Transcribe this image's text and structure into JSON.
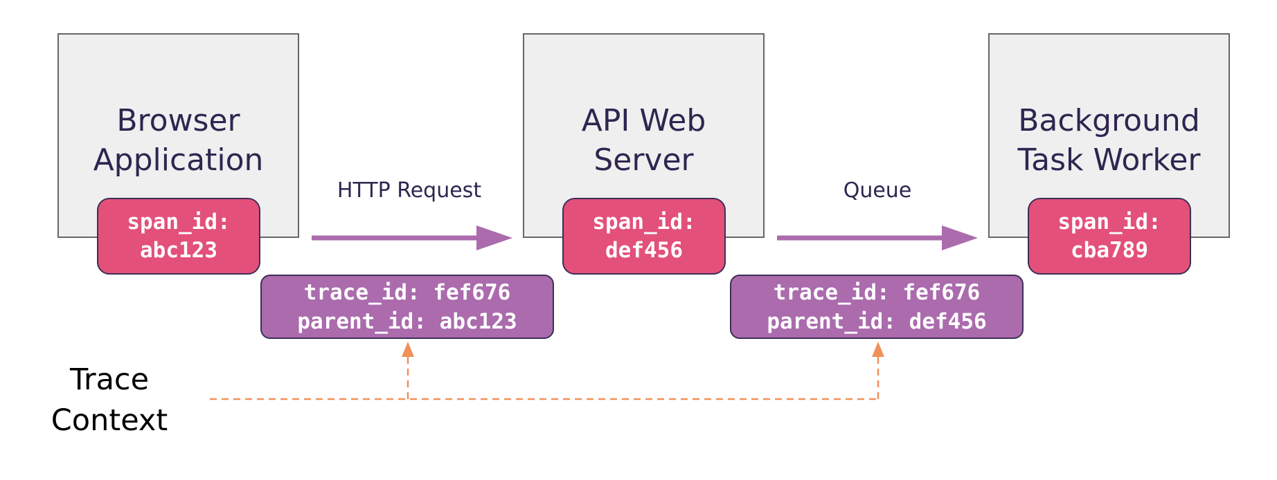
{
  "services": [
    {
      "title_line1": "Browser",
      "title_line2": "Application",
      "span_label": "span_id:",
      "span_value": "abc123"
    },
    {
      "title_line1": "API Web",
      "title_line2": "Server",
      "span_label": "span_id:",
      "span_value": "def456"
    },
    {
      "title_line1": "Background",
      "title_line2": "Task Worker",
      "span_label": "span_id:",
      "span_value": "cba789"
    }
  ],
  "edges": [
    {
      "label": "HTTP Request",
      "trace_line": "trace_id: fef676",
      "parent_line": "parent_id: abc123"
    },
    {
      "label": "Queue",
      "trace_line": "trace_id: fef676",
      "parent_line": "parent_id: def456"
    }
  ],
  "trace_context": {
    "line1": "Trace",
    "line2": "Context"
  },
  "colors": {
    "service_fill": "#efefef",
    "service_border": "#666666",
    "span_fill": "#e3507a",
    "context_fill": "#ab6bad",
    "arrow": "#ab6bad",
    "dashed": "#f0905a",
    "text_dark": "#2f2550"
  }
}
